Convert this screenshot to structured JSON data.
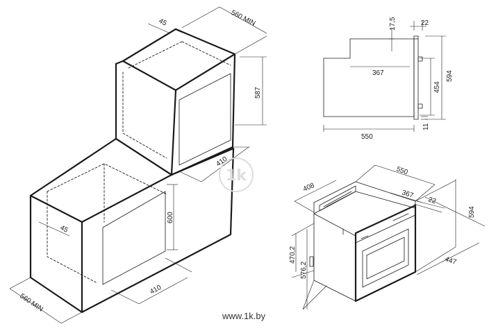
{
  "installation_column": {
    "depth_label": "560 MIN",
    "offset_label": "45",
    "height_label": "587",
    "width_label": "410"
  },
  "installation_under_counter": {
    "depth_label": "560 MIN",
    "offset_label": "45",
    "height_label": "600",
    "width_label": "410"
  },
  "side_view": {
    "top_offset_label": "17,5",
    "front_label": "22",
    "inner_depth_label": "367",
    "height_label": "594",
    "inner_height_label": "454",
    "bottom_label": "11",
    "total_depth_label": "550"
  },
  "iso_view": {
    "depth_label": "550",
    "top_left_label": "408",
    "top_inner_label": "367",
    "front_label": "22",
    "height_label": "594",
    "width_label": "447",
    "left_height_label": "470,2",
    "left_lower_label": "576,2"
  },
  "watermark": {
    "text": "www.1k.by",
    "logo_text": "1k"
  }
}
